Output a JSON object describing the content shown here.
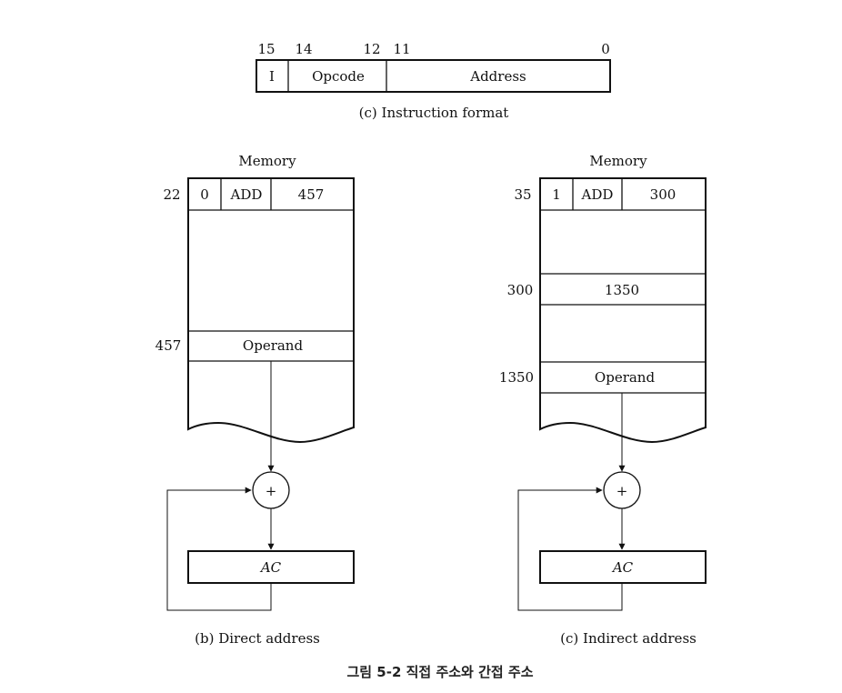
{
  "instruction_format": {
    "bit_labels": [
      "15",
      "14",
      "12",
      "11",
      "0"
    ],
    "fields": [
      "I",
      "Opcode",
      "Address"
    ],
    "caption": "(c) Instruction format"
  },
  "direct": {
    "memory_label": "Memory",
    "instr_address": "22",
    "instr_fields": [
      "0",
      "ADD",
      "457"
    ],
    "operand_address": "457",
    "operand_label": "Operand",
    "adder_symbol": "+",
    "register": "AC",
    "caption": "(b) Direct address"
  },
  "indirect": {
    "memory_label": "Memory",
    "instr_address": "35",
    "instr_fields": [
      "1",
      "ADD",
      "300"
    ],
    "pointer_address": "300",
    "pointer_value": "1350",
    "operand_address": "1350",
    "operand_label": "Operand",
    "adder_symbol": "+",
    "register": "AC",
    "caption": "(c) Indirect address"
  },
  "figure_caption": "그림 5-2 직접 주소와 간접 주소"
}
